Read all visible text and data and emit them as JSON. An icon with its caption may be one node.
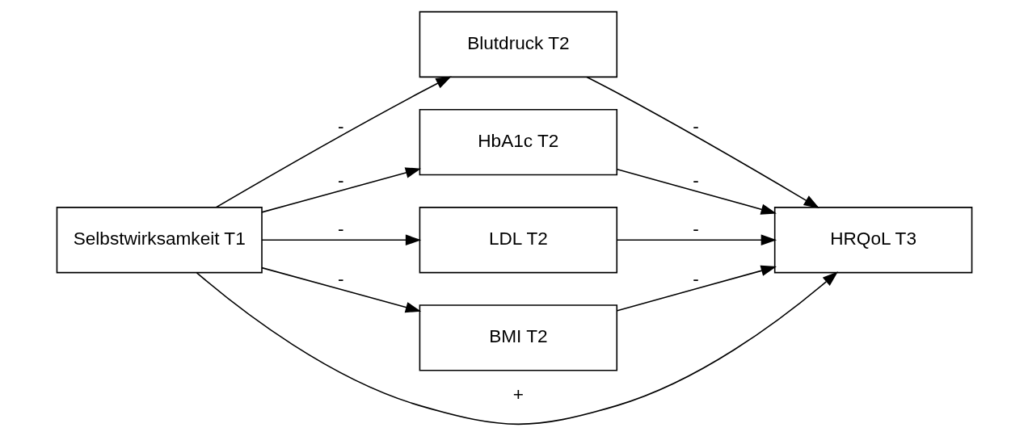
{
  "diagram": {
    "nodes": [
      {
        "text": [
          "Selbstwirksamkeit T1"
        ]
      },
      {
        "text": [
          "Blutdruck T2"
        ]
      },
      {
        "text": [
          "HbA1c T2"
        ]
      },
      {
        "text": [
          "LDL T2"
        ]
      },
      {
        "text": [
          "BMI T2"
        ]
      },
      {
        "text": [
          "HRQoL T3"
        ]
      }
    ],
    "edges": [
      {
        "from": 0,
        "to": 1,
        "arrow": "to",
        "label": "-"
      },
      {
        "from": 0,
        "to": 2,
        "arrow": "to",
        "label": "-"
      },
      {
        "from": 0,
        "to": 5,
        "arrow": "to",
        "label": "+"
      },
      {
        "from": 0,
        "to": 3,
        "arrow": "to",
        "label": "-"
      },
      {
        "from": 0,
        "to": 4,
        "arrow": "to",
        "label": "-"
      },
      {
        "from": 1,
        "to": 5,
        "arrow": "to",
        "label": "-"
      },
      {
        "from": 2,
        "to": 5,
        "arrow": "to",
        "label": "-"
      },
      {
        "from": 3,
        "to": 5,
        "arrow": "to",
        "label": "-"
      },
      {
        "from": 4,
        "to": 5,
        "arrow": "to",
        "label": "-"
      }
    ]
  }
}
